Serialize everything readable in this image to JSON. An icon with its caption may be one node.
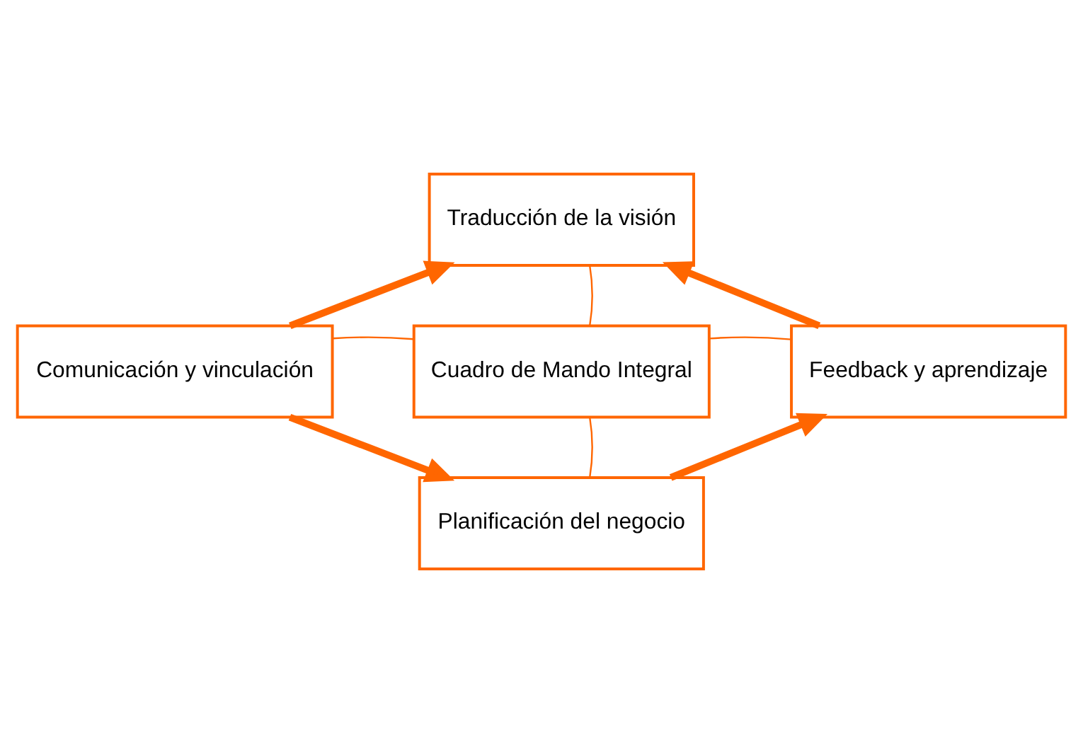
{
  "diagram": {
    "nodes": [
      {
        "text": [
          "Traducción de la visión"
        ]
      },
      {
        "text": [
          "Comunicación y vinculación"
        ]
      },
      {
        "text": [
          "Cuadro de Mando Integral"
        ]
      },
      {
        "text": [
          "Feedback y aprendizaje"
        ]
      },
      {
        "text": [
          "Planificación del negocio"
        ]
      }
    ],
    "edges": [
      {
        "from": 1,
        "to": 0,
        "arrow": "to",
        "style": "thick"
      },
      {
        "from": 3,
        "to": 0,
        "arrow": "to",
        "style": "thick"
      },
      {
        "from": 1,
        "to": 4,
        "arrow": "to",
        "style": "thick"
      },
      {
        "from": 4,
        "to": 3,
        "arrow": "to",
        "style": "thick"
      },
      {
        "from": 2,
        "to": 0,
        "arrow": "none"
      },
      {
        "from": 2,
        "to": 1,
        "arrow": "none"
      },
      {
        "from": 2,
        "to": 3,
        "arrow": "none"
      },
      {
        "from": 2,
        "to": 4,
        "arrow": "none"
      }
    ]
  }
}
